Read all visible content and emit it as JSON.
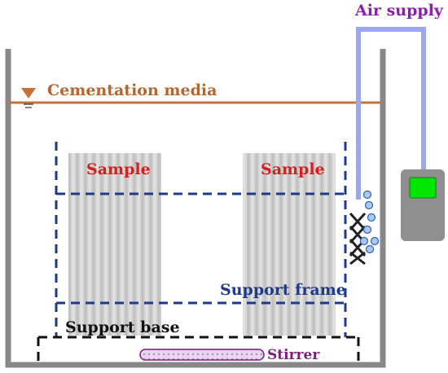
{
  "labels": {
    "air_supply": "Air supply",
    "cementation_media": "Cementation media",
    "sample_left": "Sample",
    "sample_right": "Sample",
    "support_frame": "Support frame",
    "support_base": "Support base",
    "stirrer": "Stirrer"
  },
  "colors": {
    "air_supply_text": "#8a1fa8",
    "air_tube": "#9aa6ef",
    "air_pump_body": "#8f8f8f",
    "air_pump_screen": "#00e600",
    "water_line": "#c8703a",
    "cementation_text": "#b5662f",
    "sample_text": "#d61f1f",
    "support_frame_dash": "#1f3a8a",
    "support_frame_text": "#1f3a8a",
    "support_base_text": "#111111",
    "stirrer_text": "#7a1f7a",
    "stirrer_outline": "#7a1f7a",
    "bubble_fill": "#a9c8f5",
    "bubble_stroke": "#2f5fb8",
    "container": "#888888"
  }
}
